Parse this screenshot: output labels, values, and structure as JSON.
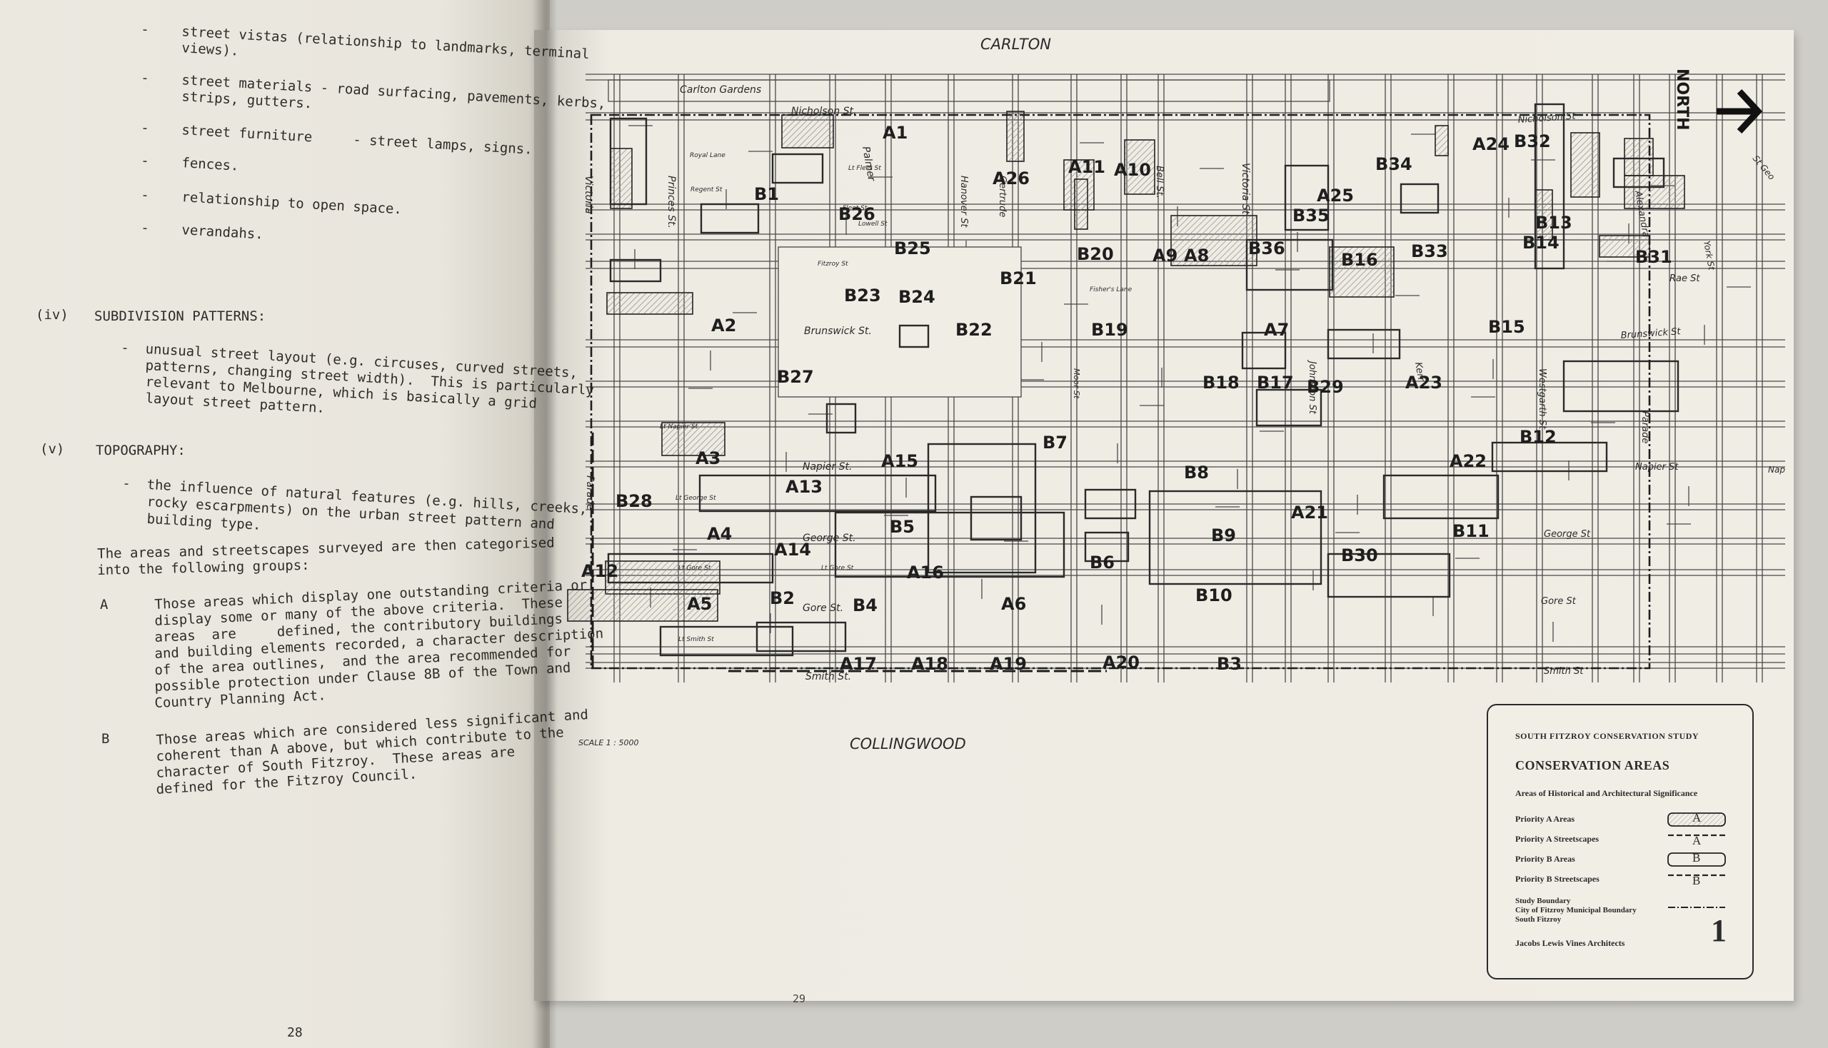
{
  "left_page": {
    "bullets_top": [
      "-    street vistas (relationship to landmarks, terminal",
      "     views).",
      "-    street materials - road surfacing, pavements, kerbs,",
      "     strips, gutters.",
      "-    street furniture     - street lamps, signs.",
      "-    fences.",
      "-    relationship to open space.",
      "-    verandahs."
    ],
    "section_iv": {
      "label": "(iv)",
      "heading": "SUBDIVISION PATTERNS:",
      "lines": [
        "-  unusual street layout (e.g. circuses, curved streets,",
        "   patterns, changing street width).  This is particularly",
        "   relevant to Melbourne, which is basically a grid",
        "   layout street pattern."
      ]
    },
    "section_v": {
      "label": "(v)",
      "heading": "TOPOGRAPHY:",
      "lines": [
        "-  the influence of natural features (e.g. hills, creeks,",
        "   rocky escarpments) on the urban street pattern and",
        "   building type."
      ]
    },
    "categorised_intro": [
      "The areas and streetscapes surveyed are then categorised",
      "into the following groups:"
    ],
    "group_a": {
      "label": "A",
      "lines": [
        "Those areas which display one outstanding criteria or",
        "display some or many of the above criteria.  These",
        "areas  are     defined, the contributory buildings",
        "and building elements recorded, a character description",
        "of the area outlines,  and the area recommended for",
        "possible protection under Clause 8B of the Town and",
        "Country Planning Act."
      ]
    },
    "group_b": {
      "label": "B",
      "lines": [
        "Those areas which are considered less significant and",
        "coherent than A above, but which contribute to the",
        "character of South Fitzroy.  These areas are",
        "defined for the Fitzroy Council."
      ]
    },
    "page_number": "28"
  },
  "right_page": {
    "map": {
      "top_label": "CARLTON",
      "bottom_label": "COLLINGWOOD",
      "scale": "SCALE    1 : 5000",
      "north": "NORTH",
      "streets": {
        "carlton_gardens": "Carlton Gardens",
        "nicholson": "Nicholson St.",
        "nicholson_right": "Nicholson St",
        "brunswick": "Brunswick St.",
        "brunswick_right": "Brunswick St",
        "napier": "Napier St.",
        "napier_right": "Napier St",
        "george": "George St.",
        "george_right": "George St",
        "gore": "Gore St.",
        "gore_right": "Gore St",
        "smith": "Smith St.",
        "smith_right": "Smith St",
        "victoria_parade_top": "Victoria",
        "victoria_parade_bottom": "Parade",
        "princes": "Princes St.",
        "palmer": "Palmer",
        "hanover": "Hanover St",
        "gertrude": "Gertrude",
        "victoria_st": "Victoria St.",
        "bell": "Bell St.",
        "alexandra": "Alexandra",
        "parade": "Parade",
        "westgarth": "Westgarth St",
        "johnston": "Johnston St",
        "rae": "Rae St",
        "york": "York St",
        "st_georges": "St Geo",
        "regent": "Regent St",
        "fitzroy": "Fitzroy St",
        "royal_lane": "Royal Lane",
        "little_fleet": "Lt Fleet St",
        "fleet": "Fleet St",
        "lowell": "Lowell St",
        "fishers_lane": "Fisher's Lane",
        "lt_napier": "Lt Napier St",
        "lt_george": "Lt George St",
        "lt_gore": "Lt Gore St",
        "lt_smith": "Lt Smith St",
        "little_gore": "Lt Gore St",
        "kerr": "Kerr",
        "moor": "Moor St",
        "napier_right_edge": "Nap"
      },
      "area_labels": [
        "A1",
        "A2",
        "A3",
        "A4",
        "A5",
        "A6",
        "A7",
        "A8",
        "A9",
        "A10",
        "A11",
        "A12",
        "A13",
        "A14",
        "A15",
        "A16",
        "A17",
        "A18",
        "A19",
        "A20",
        "A21",
        "A22",
        "A23",
        "A24",
        "A25",
        "A26",
        "B1",
        "B2",
        "B3",
        "B4",
        "B5",
        "B6",
        "B7",
        "B8",
        "B9",
        "B10",
        "B11",
        "B12",
        "B13",
        "B14",
        "B15",
        "B16",
        "B17",
        "B18",
        "B19",
        "B20",
        "B21",
        "B22",
        "B23",
        "B24",
        "B25",
        "B26",
        "B27",
        "B28",
        "B29",
        "B30",
        "B31",
        "B32",
        "B33",
        "B34",
        "B35",
        "B36"
      ]
    },
    "legend": {
      "study": "SOUTH FITZROY CONSERVATION STUDY",
      "title": "CONSERVATION AREAS",
      "subtitle": "Areas of Historical and Architectural Significance",
      "rows": [
        {
          "label": "Priority A Areas",
          "symbol": "A"
        },
        {
          "label": "Priority A Streetscapes",
          "symbol": "A"
        },
        {
          "label": "Priority B Areas",
          "symbol": "B"
        },
        {
          "label": "Priority B Streetscapes",
          "symbol": "B"
        }
      ],
      "boundary_lines": [
        "Study Boundary",
        "City of Fitzroy Municipal Boundary",
        "South Fitzroy"
      ],
      "credit": "Jacobs Lewis Vines Architects",
      "plan_number": "1"
    },
    "page_number": "29"
  }
}
